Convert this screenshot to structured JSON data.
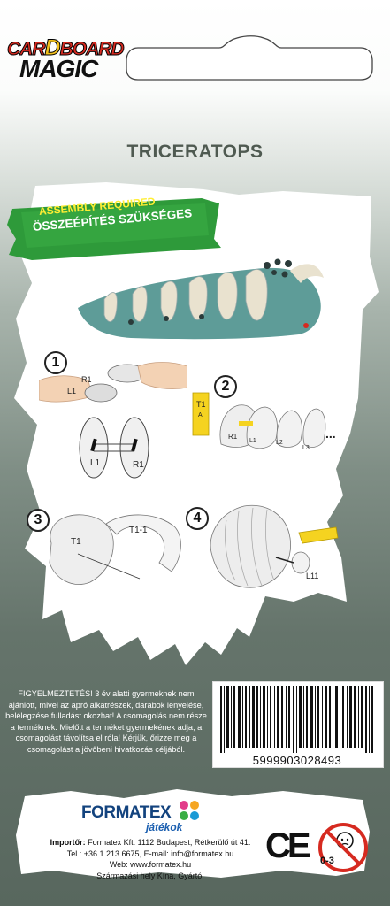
{
  "brand": {
    "logo_line1_part1": "CAR",
    "logo_line1_d": "D",
    "logo_line1_part2": "BOARD",
    "logo_line2": "MAGIC"
  },
  "product": {
    "title": "TRICERATOPS"
  },
  "banner": {
    "line1": "ASSEMBLY REQUIRED",
    "line2": "ÖSSZEÉPÍTÉS SZÜKSÉGES"
  },
  "steps": [
    {
      "number": "1",
      "labels": [
        "R1",
        "L1",
        "L1",
        "R1"
      ]
    },
    {
      "number": "2",
      "labels": [
        "T1",
        "A",
        "R1",
        "L1",
        "L2",
        "L3",
        "..."
      ]
    },
    {
      "number": "3",
      "labels": [
        "T1",
        "T1-1"
      ]
    },
    {
      "number": "4",
      "labels": [
        "L11"
      ]
    }
  ],
  "warning": {
    "text": "FIGYELMEZTETÉS! 3 év alatti gyermeknek nem ajánlott, mivel az apró alkatrészek, darabok lenyelése, belélegzése fulladást okozhat! A csomagolás nem része a terméknek. Mielőtt a terméket gyermekének adja, a csomagolást távolítsa el róla! Kérjük, őrizze meg a csomagolást a jövőbeni hivatkozás céljából."
  },
  "barcode": {
    "number": "5999903028493"
  },
  "footer": {
    "company_logo": "FORMATEX",
    "company_sub": "játékok",
    "importer_label": "Importőr:",
    "importer_text": "Formatex Kft. 1112 Budapest, Rétkerülő út 41.",
    "contact": "Tel.: +36 1 213 6675, E-mail: info@formatex.hu",
    "web": "Web: www.formatex.hu",
    "origin": "Származási hely Kína, Gyártó:",
    "ce_mark": "CE",
    "age_warning": "0-3"
  },
  "colors": {
    "banner_green": "#2e9a3a",
    "title_gray": "#4f5a51",
    "dino_teal": "#5e9c98",
    "logo_red": "#d62a20"
  }
}
